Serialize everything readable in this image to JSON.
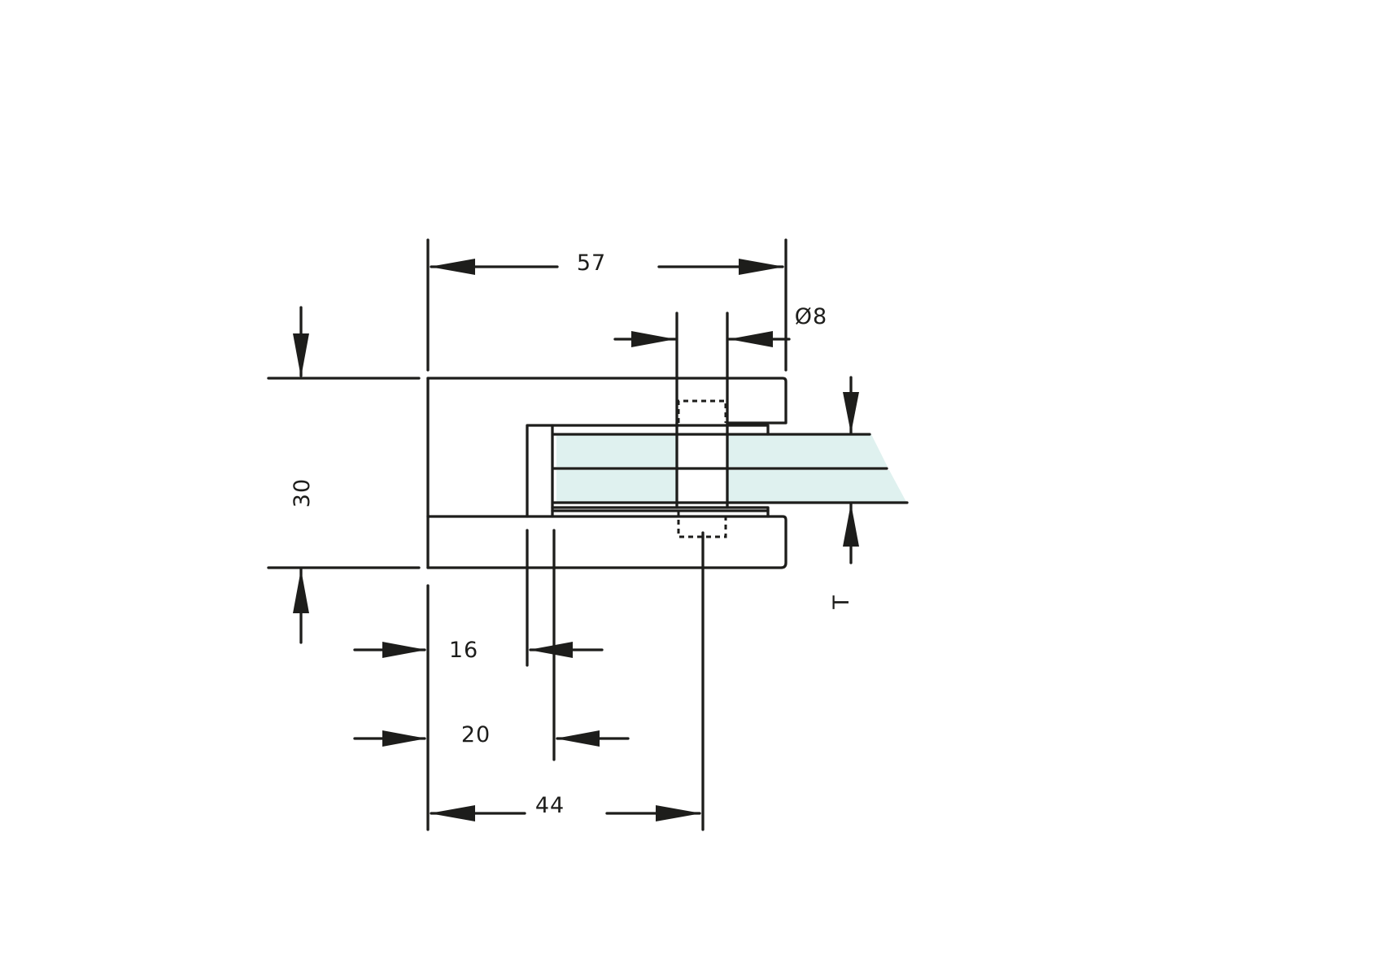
{
  "dimensions": {
    "width_top": "57",
    "hole_diameter": "Ø8",
    "height": "30",
    "glass_thickness": "T",
    "inner_depth_16": "16",
    "inner_depth_20": "20",
    "hole_offset": "44"
  },
  "colors": {
    "line": "#1d1d1b",
    "glass": "#dff1ef",
    "background": "#ffffff"
  }
}
